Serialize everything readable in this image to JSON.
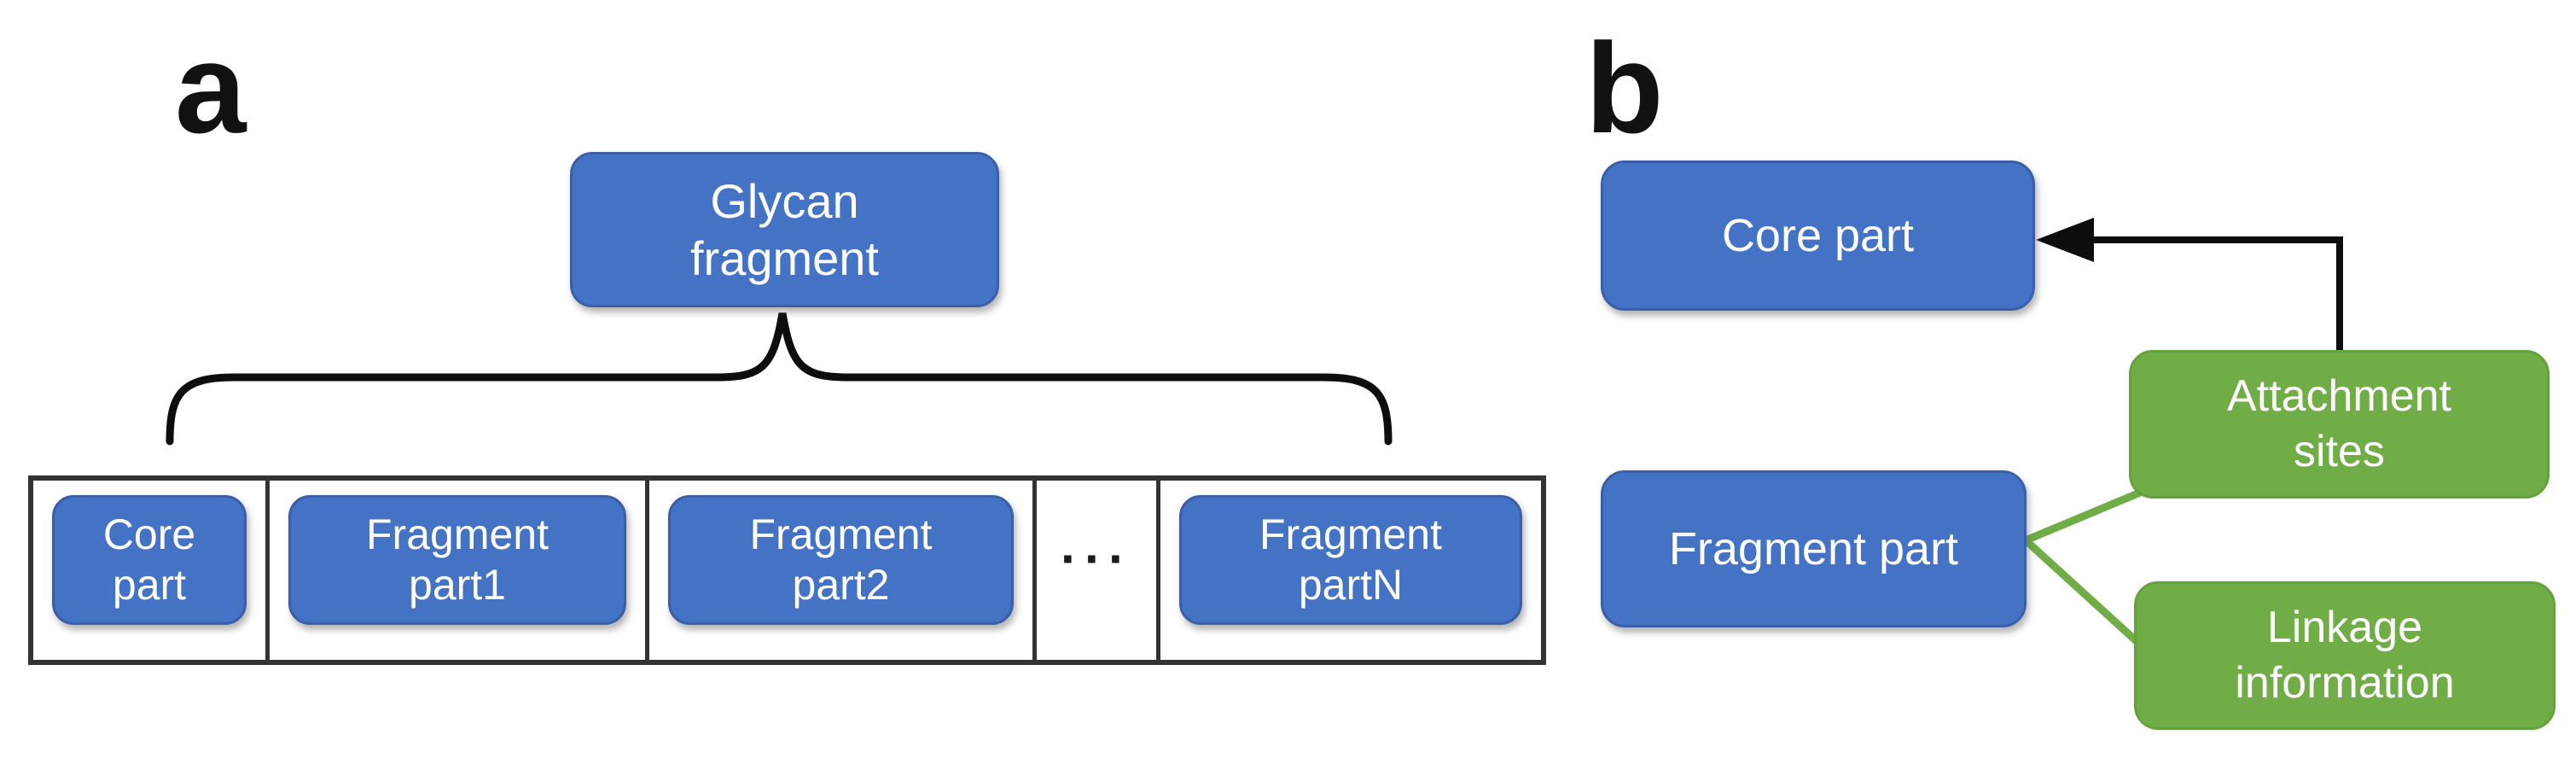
{
  "colors": {
    "blue": "#4472C4",
    "blue-border": "#3A5FA8",
    "green": "#70AD47",
    "green-border": "#63A23C",
    "line": "#0d0d0d",
    "table-border": "#333333",
    "text": "#ffffff",
    "ellipsis": "#1a1a1a"
  },
  "panel_a": {
    "label": "a",
    "root_box": "Glycan\nfragment",
    "cells": [
      {
        "label": "Core\npart"
      },
      {
        "label": "Fragment\npart1"
      },
      {
        "label": "Fragment\npart2"
      },
      {
        "label": "···"
      },
      {
        "label": "Fragment\npartN"
      }
    ]
  },
  "panel_b": {
    "label": "b",
    "core_box": "Core part",
    "fragment_box": "Fragment part",
    "attachment_box": "Attachment\nsites",
    "linkage_box": "Linkage\ninformation"
  }
}
